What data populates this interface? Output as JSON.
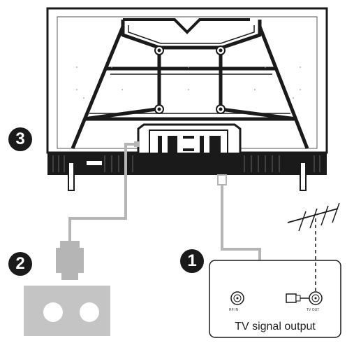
{
  "steps": {
    "step1": "1",
    "step2": "2",
    "step3": "3"
  },
  "ports": {
    "rf_in": "RF IN",
    "tv_out": "TV OUT"
  },
  "signal_box": {
    "caption": "TV signal output"
  },
  "colors": {
    "line_dark": "#1a1a1a",
    "cable_gray": "#b5b5b5",
    "panel_gray": "#c4c4c4"
  }
}
